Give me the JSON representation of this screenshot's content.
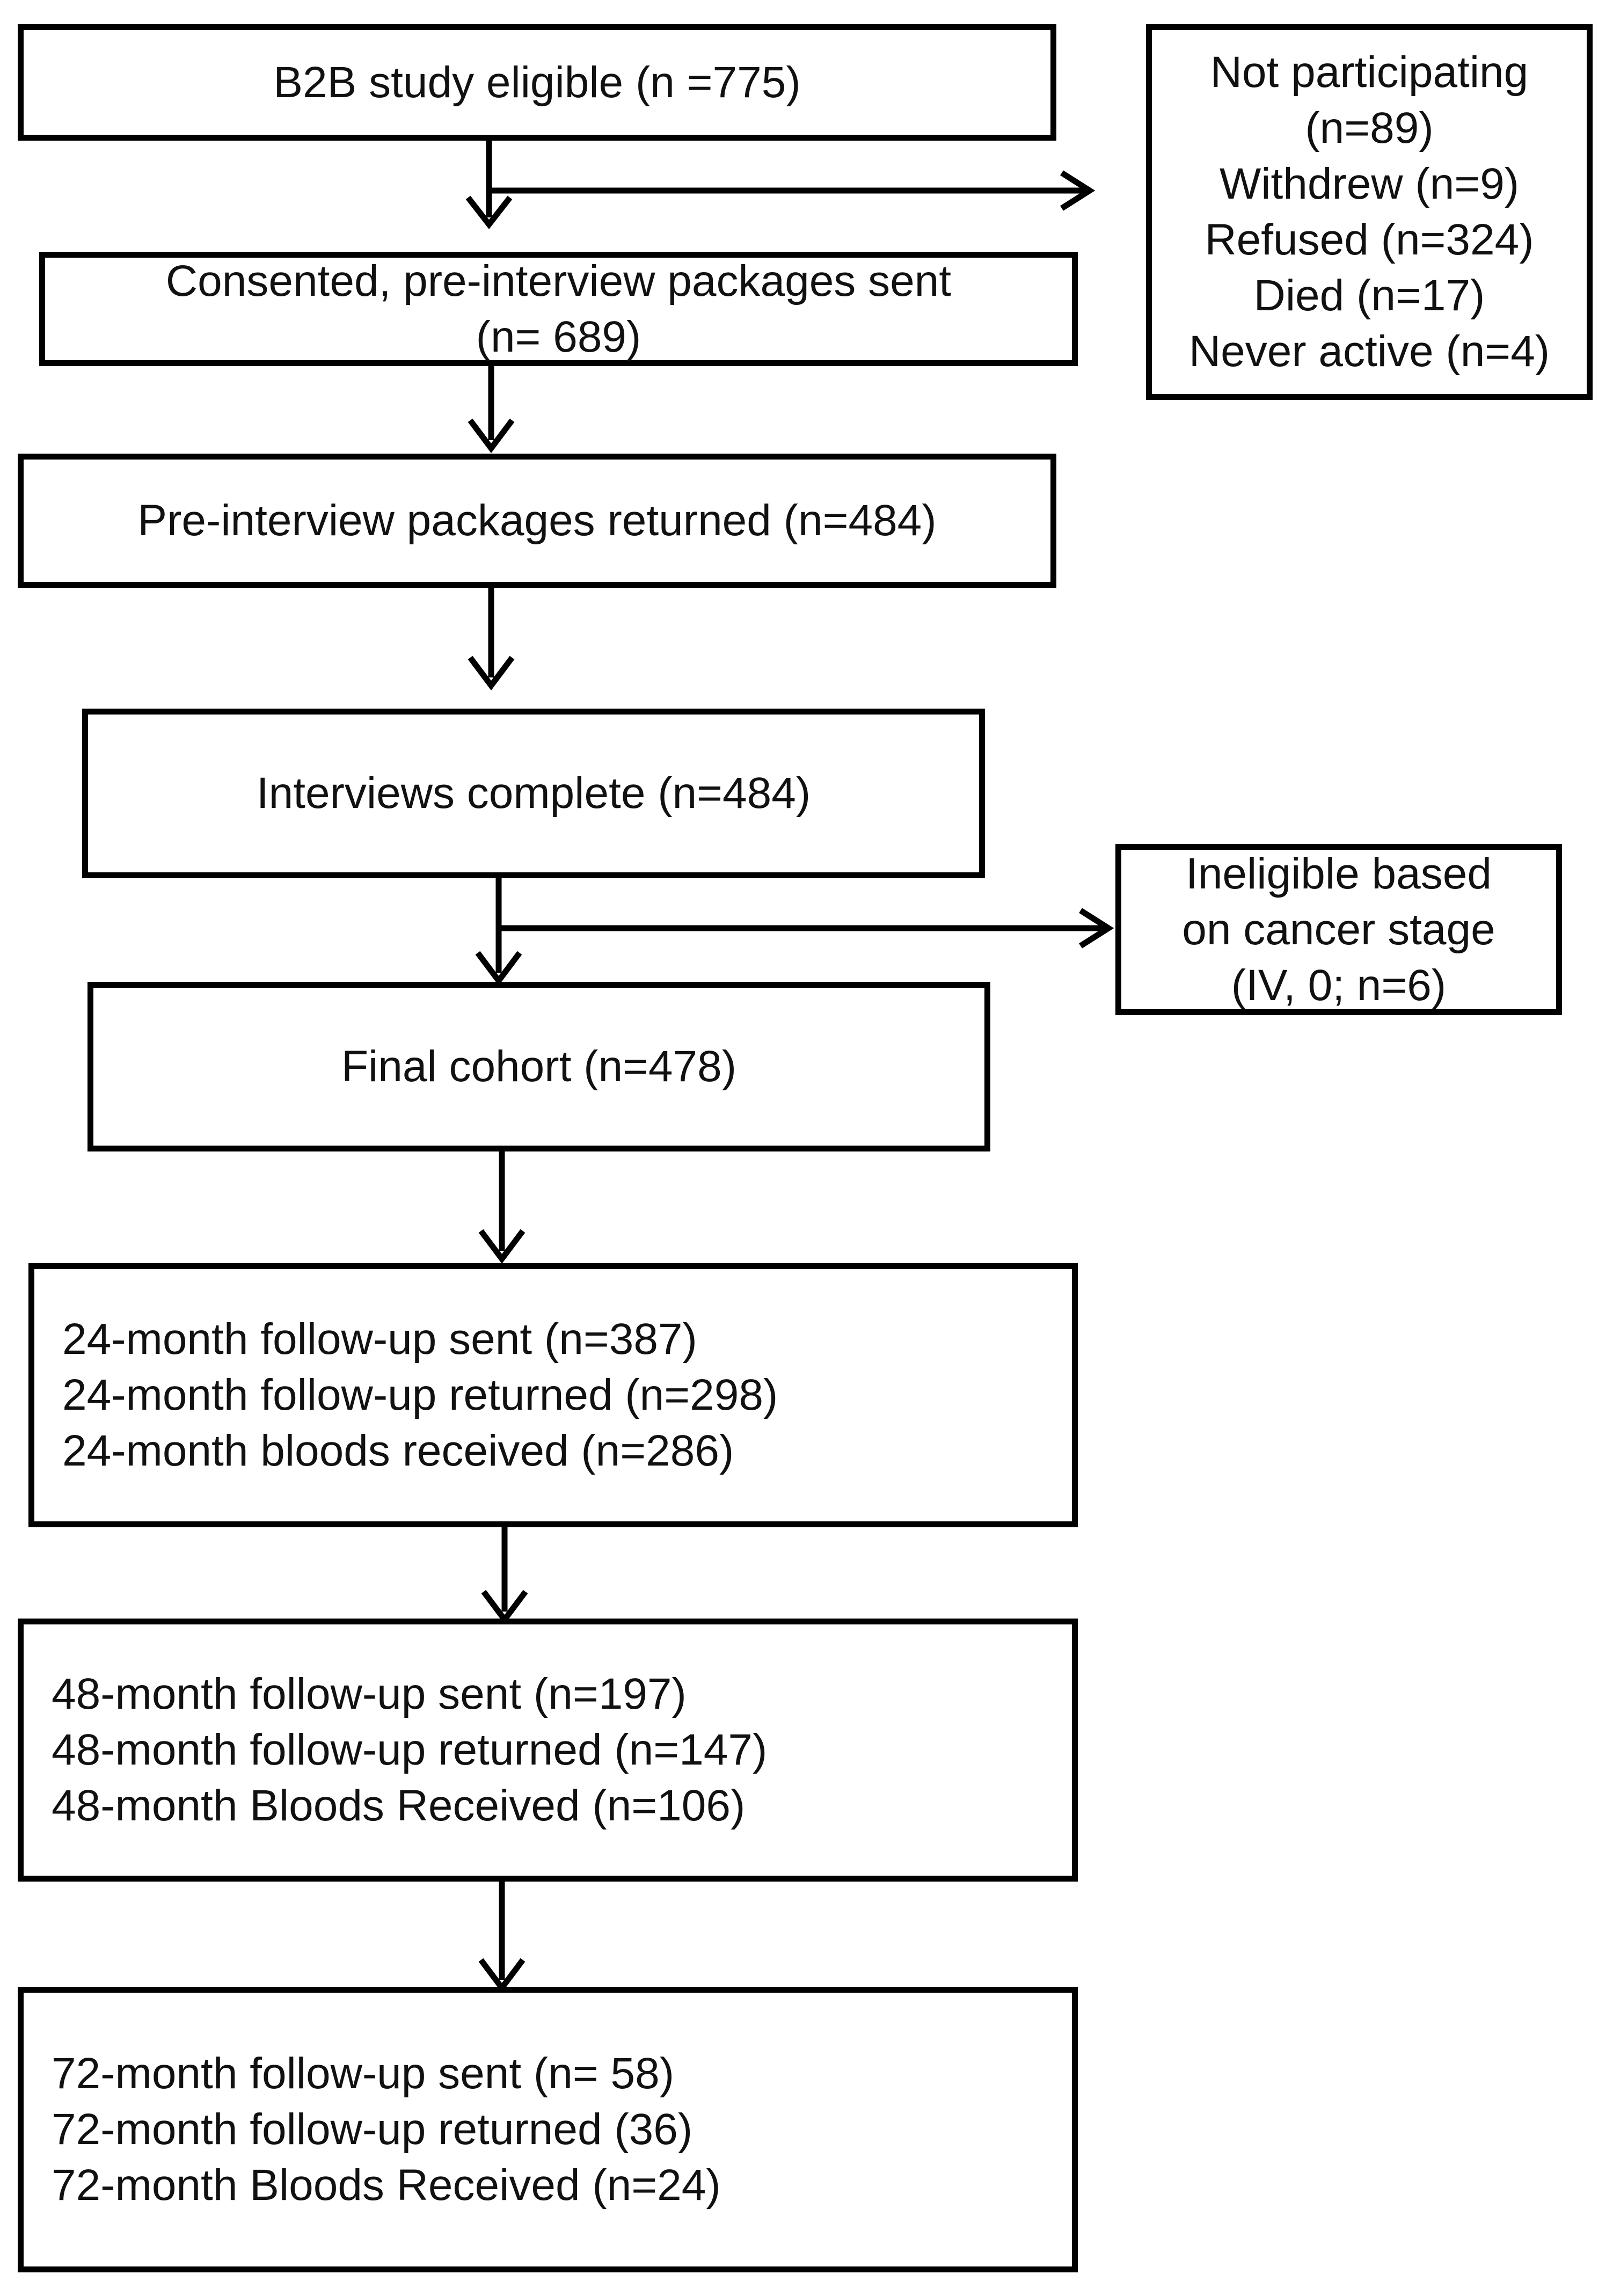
{
  "flowchart": {
    "eligible": "B2B study eligible (n =775)",
    "not_participating": [
      "Not participating",
      "(n=89)",
      "Withdrew (n=9)",
      "Refused (n=324)",
      "Died (n=17)",
      "Never active (n=4)"
    ],
    "consented": [
      "Consented, pre-interview packages sent",
      "(n= 689)"
    ],
    "packages_returned": "Pre-interview packages returned (n=484)",
    "interviews_complete": "Interviews complete (n=484)",
    "ineligible": [
      "Ineligible based",
      "on cancer stage",
      "(IV, 0; n=6)"
    ],
    "final_cohort": "Final cohort (n=478)",
    "month24": [
      "24-month follow-up sent (n=387)",
      "24-month follow-up returned (n=298)",
      "24-month bloods received (n=286)"
    ],
    "month48": [
      "48-month follow-up sent (n=197)",
      "48-month follow-up returned (n=147)",
      "48-month Bloods Received (n=106)"
    ],
    "month72": [
      "72-month follow-up sent (n= 58)",
      "72-month follow-up returned (36)",
      "72-month Bloods Received (n=24)"
    ]
  },
  "colors": {
    "stroke": "#000000",
    "background": "#ffffff",
    "text": "#111111"
  }
}
